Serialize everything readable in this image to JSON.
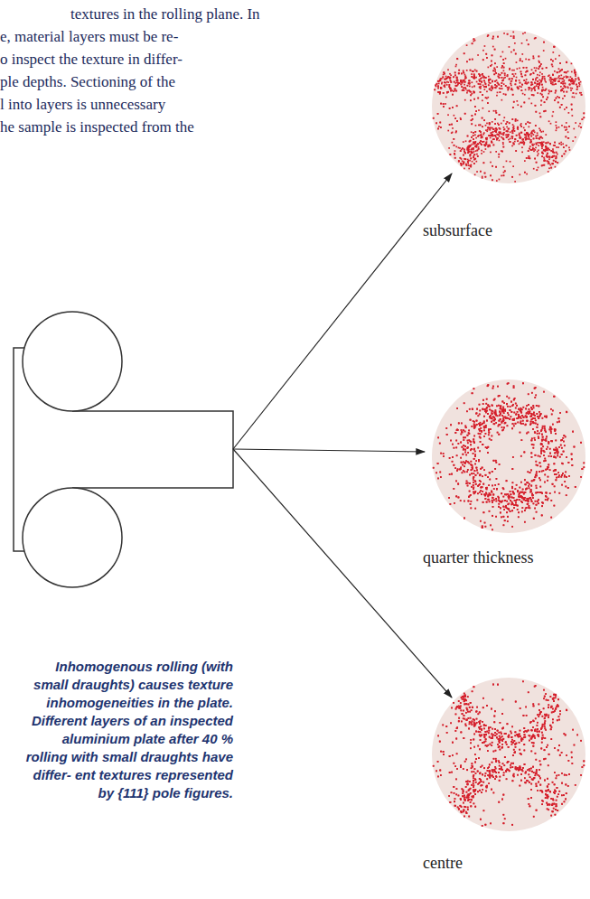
{
  "diagram": {
    "caption": "Inhomogenous rolling (with small draughts) causes texture inhomogeneities in the plate. Different layers of an inspected aluminium plate after 40 % rolling with small draughts have differ- ent textures represented by {111} pole figures.",
    "nodes": [
      {
        "text": [
          "subsurface"
        ]
      },
      {
        "text": [
          "quarter thickness"
        ]
      },
      {
        "text": [
          "centre"
        ]
      }
    ],
    "labels": [
      "textures in the rolling plane. In",
      "e, material layers must be re-",
      "o inspect the texture in differ-",
      "ple depths. Sectioning of the",
      "l into layers is unnecessary",
      "he sample is inspected from the"
    ]
  }
}
